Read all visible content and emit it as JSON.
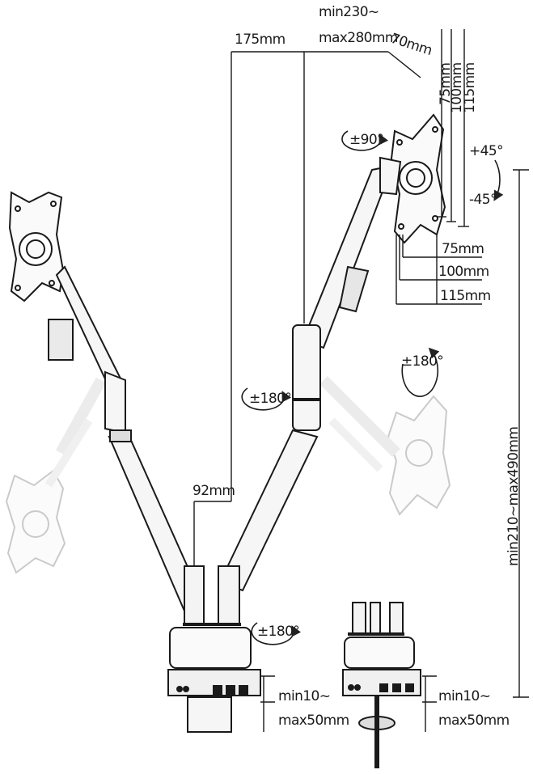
{
  "dimensions": {
    "arm_offset_top": "175mm",
    "arm_extension": "min230~\nmax280mm",
    "plate_depth": "70mm",
    "vesa_75_v": "75mm",
    "vesa_100_v": "100mm",
    "vesa_115_v": "115mm",
    "vesa_75_h": "75mm",
    "vesa_100_h": "100mm",
    "vesa_115_h": "115mm",
    "pole_spacing": "92mm",
    "tilt_up": "+45°",
    "tilt_down": "-45°",
    "height_range": "min210~max490mm",
    "clamp_left_line1": "min10~",
    "clamp_left_line2": "max50mm",
    "clamp_right_line1": "min10~",
    "clamp_right_line2": "max50mm"
  },
  "rotations": {
    "rotate_plate": "±90°",
    "rotate_ghost_right": "±180°",
    "rotate_elbow": "±180°",
    "rotate_base": "±180°"
  }
}
